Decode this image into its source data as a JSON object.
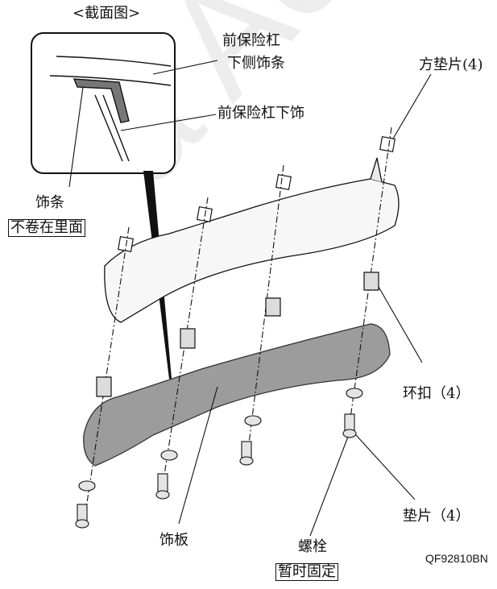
{
  "section_view_label": "<截面图>",
  "labels": {
    "front_bumper_lower_trim_1": "前保险杠",
    "front_bumper_lower_trim_2": "下侧饰条",
    "front_bumper_lower_trim_partial": "前保险杠下饰",
    "square_washer": "方垫片(4)",
    "trim_strip": "饰条",
    "not_rolled_inside": "不卷在里面",
    "clip": "环扣（4）",
    "washer": "垫片（4）",
    "trim_panel": "饰板",
    "bolt": "螺栓",
    "temporary_fix": "暂时固定",
    "figure_code": "QF92810BN"
  },
  "watermark": "a Access"
}
